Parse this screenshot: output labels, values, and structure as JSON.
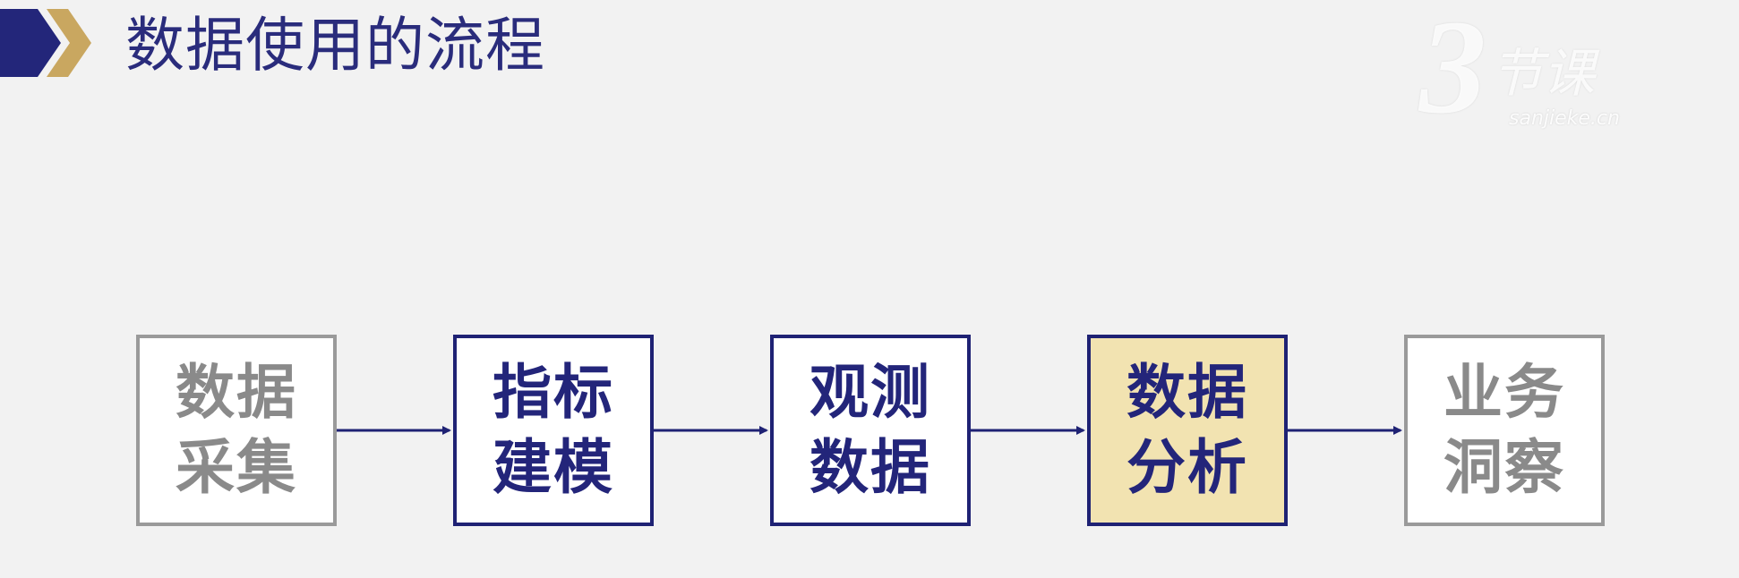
{
  "header": {
    "title": "数据使用的流程"
  },
  "watermark": {
    "digit": "3",
    "chars": "节课",
    "url": "sanjieke.cn"
  },
  "flow": {
    "steps": [
      {
        "label": "数据采集",
        "state": "muted"
      },
      {
        "label": "指标建模",
        "state": "active"
      },
      {
        "label": "观测数据",
        "state": "active"
      },
      {
        "label": "数据分析",
        "state": "highlight"
      },
      {
        "label": "业务洞察",
        "state": "muted"
      }
    ]
  },
  "colors": {
    "primary": "#1f2274",
    "accent_gold": "#c9a760",
    "muted": "#9a9a9a",
    "highlight_fill": "#f2e3b1",
    "background": "#f2f2f2"
  }
}
